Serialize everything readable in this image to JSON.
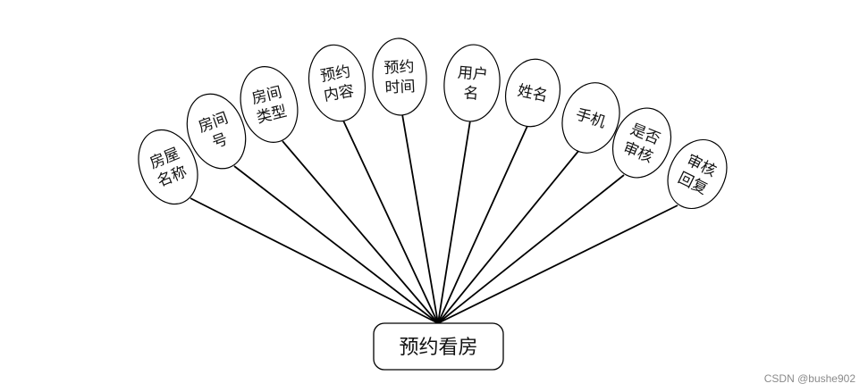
{
  "entity": {
    "label": "预约看房"
  },
  "attributes": [
    {
      "id": "house-name",
      "lines": [
        "房屋",
        "名称"
      ]
    },
    {
      "id": "room-number",
      "lines": [
        "房间",
        "号"
      ]
    },
    {
      "id": "room-type",
      "lines": [
        "房间",
        "类型"
      ]
    },
    {
      "id": "booking-content",
      "lines": [
        "预约",
        "内容"
      ]
    },
    {
      "id": "booking-time",
      "lines": [
        "预约",
        "时间"
      ]
    },
    {
      "id": "username",
      "lines": [
        "用户",
        "名"
      ]
    },
    {
      "id": "full-name",
      "lines": [
        "姓名"
      ]
    },
    {
      "id": "phone",
      "lines": [
        "手机"
      ]
    },
    {
      "id": "is-reviewed",
      "lines": [
        "是否",
        "审核"
      ]
    },
    {
      "id": "review-reply",
      "lines": [
        "审核",
        "回复"
      ]
    }
  ],
  "watermark": "CSDN @bushe902"
}
